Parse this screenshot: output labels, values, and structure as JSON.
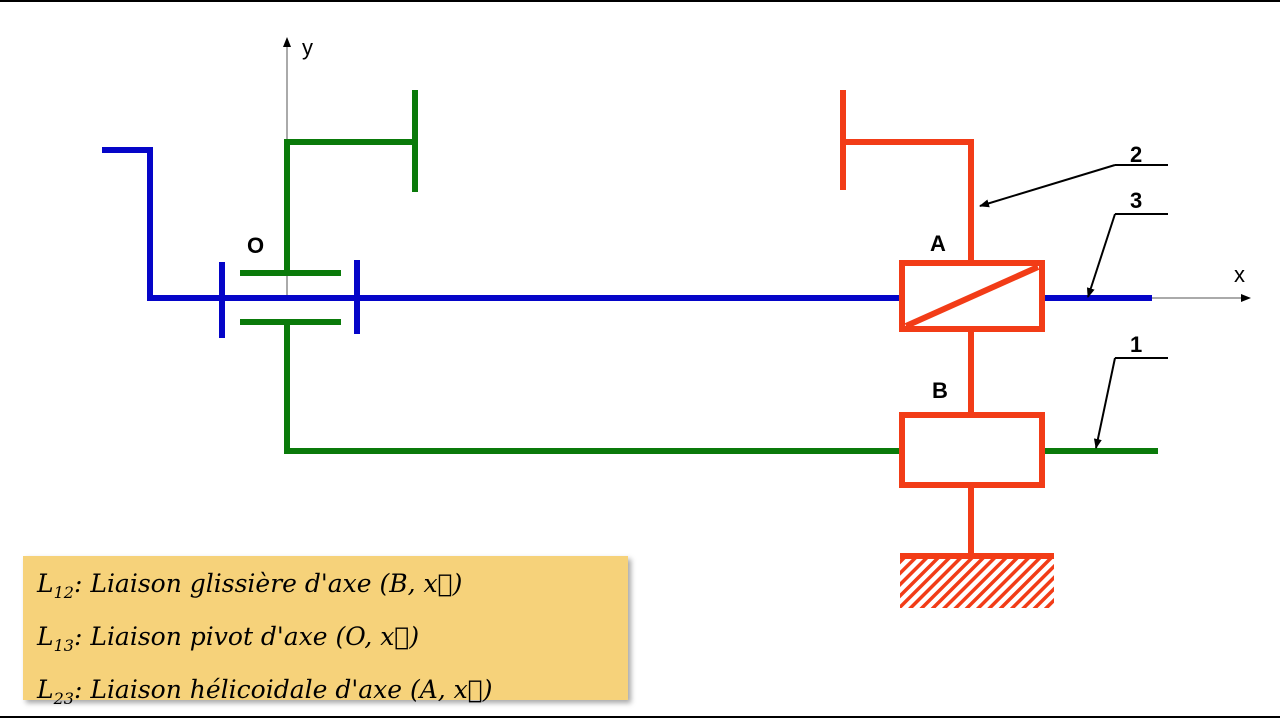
{
  "diagram": {
    "axis_x_label": "x",
    "axis_y_label": "y",
    "point_O": "O",
    "point_A": "A",
    "point_B": "B",
    "part_1": "1",
    "part_2": "2",
    "part_3": "3"
  },
  "colors": {
    "part_1": "#0a7a0a",
    "part_2": "#f23c17",
    "part_3": "#0505c8",
    "legend_bg": "#f6d27a"
  },
  "legend": [
    {
      "symbol": "L",
      "sub": "12",
      "text": ": Liaison glissière d'axe (B, x⃗)"
    },
    {
      "symbol": "L",
      "sub": "13",
      "text": ": Liaison pivot d'axe (O, x⃗)"
    },
    {
      "symbol": "L",
      "sub": "23",
      "text": ": Liaison hélicoidale d'axe (A, x⃗)"
    }
  ]
}
